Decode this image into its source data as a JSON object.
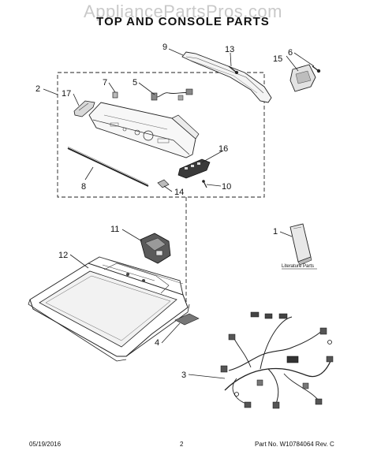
{
  "watermark": "AppliancePartsPros.com",
  "title": "TOP AND CONSOLE PARTS",
  "callouts": {
    "c1": "1",
    "c2": "2",
    "c3": "3",
    "c4": "4",
    "c5": "5",
    "c6": "6",
    "c7": "7",
    "c8": "8",
    "c9": "9",
    "c10": "10",
    "c11": "11",
    "c12": "12",
    "c13": "13",
    "c14": "14",
    "c15": "15",
    "c16": "16",
    "c17": "17"
  },
  "literature_label": "Literature Parts",
  "footer": {
    "date": "05/19/2016",
    "page": "2",
    "part_no": "Part No.  W10784064  Rev. C"
  }
}
